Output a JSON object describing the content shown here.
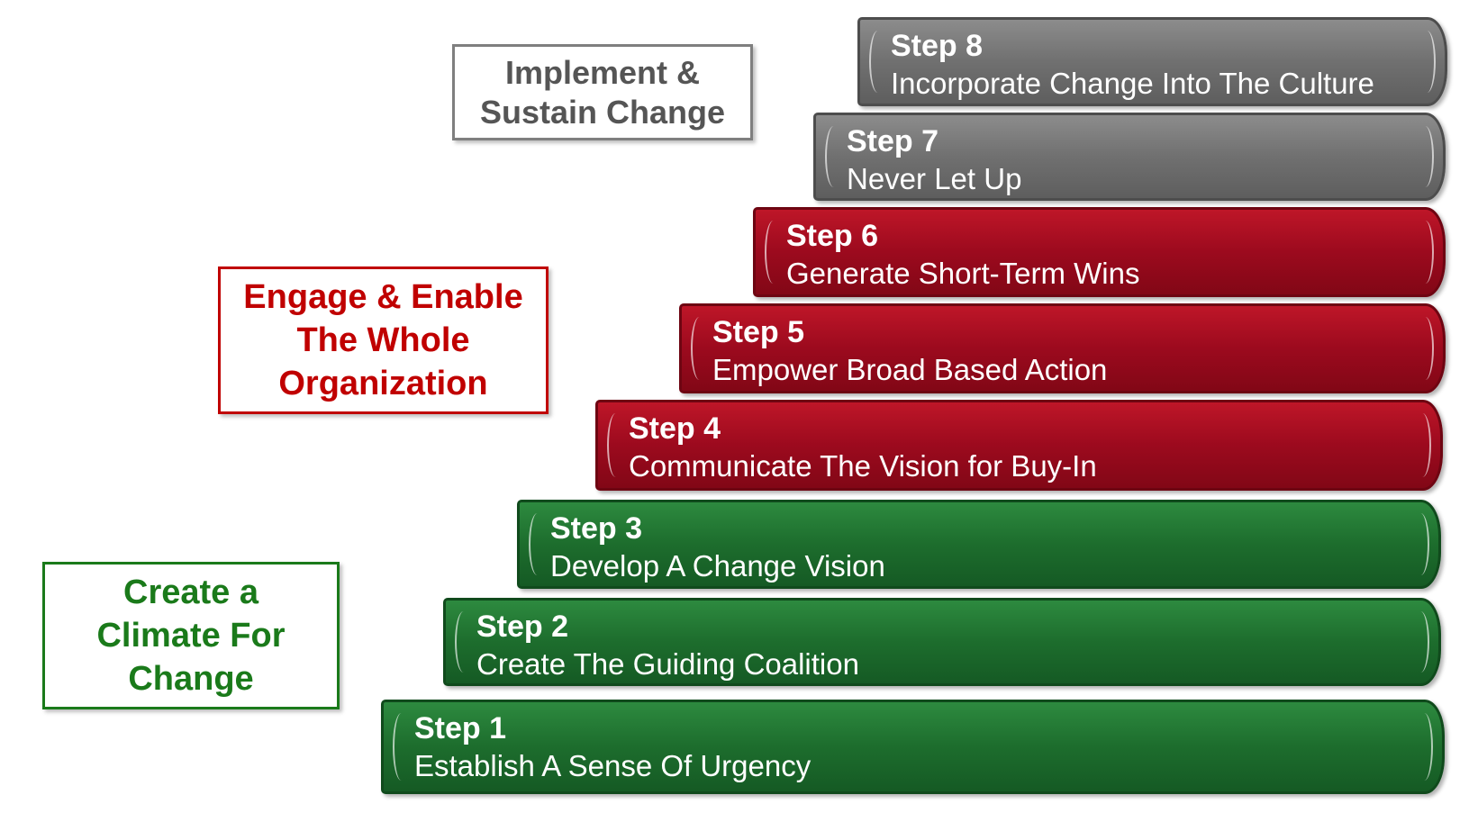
{
  "colors": {
    "gray": "#707070",
    "red": "#9c0a1e",
    "green": "#1d6d2d",
    "phase_gray_text": "#555555",
    "phase_red_text": "#c00000",
    "phase_green_text": "#1a7a1a"
  },
  "phases": [
    {
      "label": "Implement & Sustain Change",
      "color": "gray"
    },
    {
      "label": "Engage & Enable The Whole Organization",
      "color": "red"
    },
    {
      "label": "Create a Climate For Change",
      "color": "green"
    }
  ],
  "steps": [
    {
      "title": "Step 8",
      "desc": "Incorporate Change Into The Culture",
      "color": "gray"
    },
    {
      "title": "Step 7",
      "desc": "Never Let Up",
      "color": "gray"
    },
    {
      "title": "Step 6",
      "desc": "Generate Short-Term Wins",
      "color": "red"
    },
    {
      "title": "Step 5",
      "desc": "Empower Broad Based Action",
      "color": "red"
    },
    {
      "title": "Step 4",
      "desc": "Communicate The Vision for Buy-In",
      "color": "red"
    },
    {
      "title": "Step 3",
      "desc": "Develop A Change Vision",
      "color": "green"
    },
    {
      "title": "Step 2",
      "desc": "Create The Guiding Coalition",
      "color": "green"
    },
    {
      "title": "Step 1",
      "desc": "Establish A Sense Of Urgency",
      "color": "green"
    }
  ]
}
